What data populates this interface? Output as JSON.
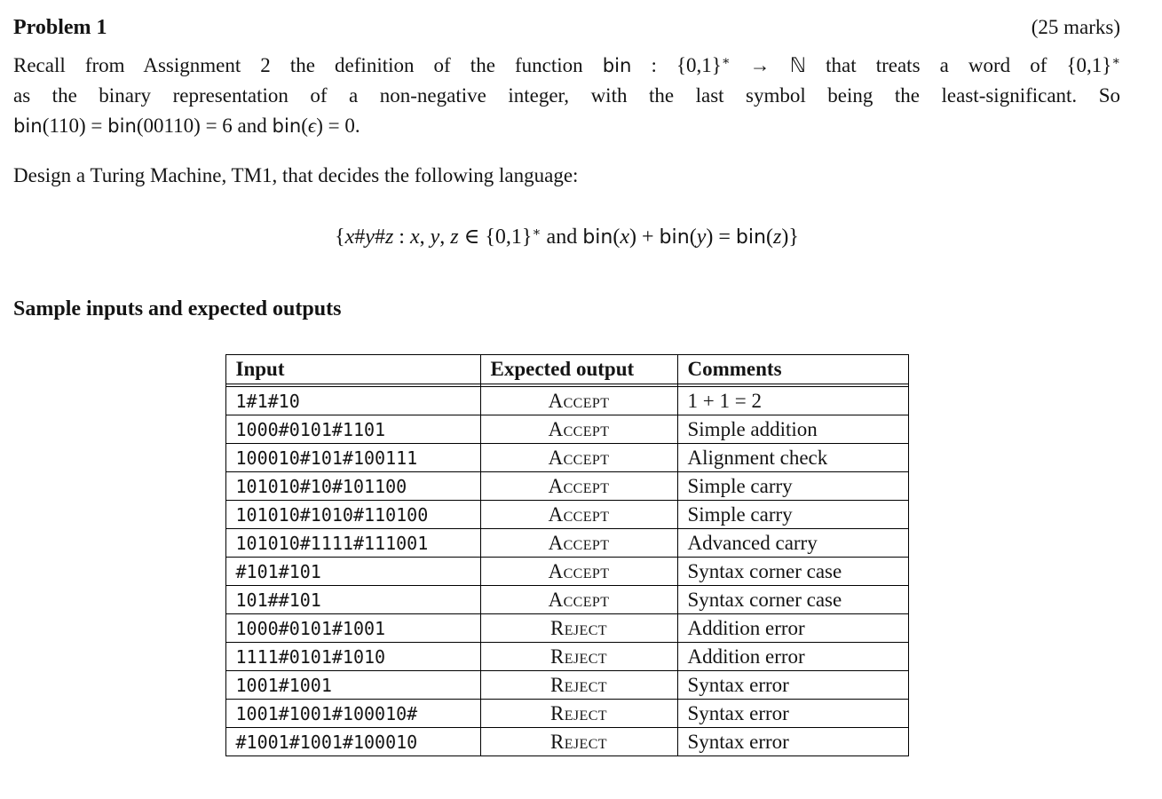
{
  "header": {
    "title": "Problem 1",
    "marks": "(25 marks)"
  },
  "intro": {
    "line1": [
      "Recall from Assignment 2 the definition of the function ",
      "bin",
      " : ",
      "{0,1}",
      "∗",
      " → ",
      "ℕ",
      " that treats a word of ",
      "{0,1}",
      "∗"
    ],
    "line2": "as the binary representation of a non-negative integer, with the last symbol being the least-significant. So",
    "line3": [
      "bin",
      "(110) = ",
      "bin",
      "(00110) = 6 and ",
      "bin",
      "(",
      "ϵ",
      ") = 0."
    ]
  },
  "task_line": "Design a Turing Machine, TM1, that decides the following language:",
  "language_math": [
    "{",
    "x",
    "#",
    "y",
    "#",
    "z",
    " : ",
    "x",
    ", ",
    "y",
    ", ",
    "z",
    " ∈ {0,1}",
    "∗",
    " and ",
    "bin",
    "(",
    "x",
    ") + ",
    "bin",
    "(",
    "y",
    ") = ",
    "bin",
    "(",
    "z",
    ")}"
  ],
  "section_heading": "Sample inputs and expected outputs",
  "table": {
    "headers": [
      "Input",
      "Expected output",
      "Comments"
    ],
    "rows": [
      {
        "input": "1#1#10",
        "output": "Accept",
        "comment": "1 + 1 = 2"
      },
      {
        "input": "1000#0101#1101",
        "output": "Accept",
        "comment": "Simple addition"
      },
      {
        "input": "100010#101#100111",
        "output": "Accept",
        "comment": "Alignment check"
      },
      {
        "input": "101010#10#101100",
        "output": "Accept",
        "comment": "Simple carry"
      },
      {
        "input": "101010#1010#110100",
        "output": "Accept",
        "comment": "Simple carry"
      },
      {
        "input": "101010#1111#111001",
        "output": "Accept",
        "comment": "Advanced carry"
      },
      {
        "input": "#101#101",
        "output": "Accept",
        "comment": "Syntax corner case"
      },
      {
        "input": "101##101",
        "output": "Accept",
        "comment": "Syntax corner case"
      },
      {
        "input": "1000#0101#1001",
        "output": "Reject",
        "comment": "Addition error"
      },
      {
        "input": "1111#0101#1010",
        "output": "Reject",
        "comment": "Addition error"
      },
      {
        "input": "1001#1001",
        "output": "Reject",
        "comment": "Syntax error"
      },
      {
        "input": "1001#1001#100010#",
        "output": "Reject",
        "comment": "Syntax error"
      },
      {
        "input": "#1001#1001#100010",
        "output": "Reject",
        "comment": "Syntax error"
      }
    ]
  }
}
